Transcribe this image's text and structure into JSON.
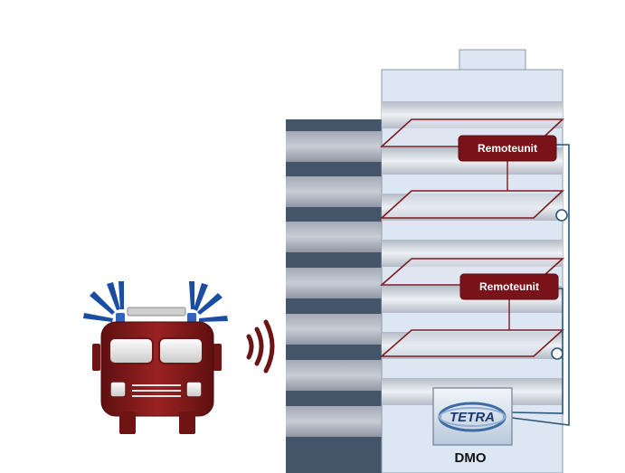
{
  "diagram": {
    "remote_units": [
      {
        "label": "Remoteunit"
      },
      {
        "label": "Remoteunit"
      }
    ],
    "tetra_logo_text": "TETRA",
    "dmo_label": "DMO"
  },
  "colors": {
    "fire_truck": "#8b1a1a",
    "remote_unit_box": "#7a1219",
    "floor_outline": "#7a1c22",
    "cable": "#2c5577",
    "building_front": "#dce7f3",
    "building_back_dark": "#445569"
  },
  "icons": [
    "fire-truck-icon",
    "siren-light-icon",
    "radio-waves-icon",
    "tetra-logo-icon"
  ]
}
